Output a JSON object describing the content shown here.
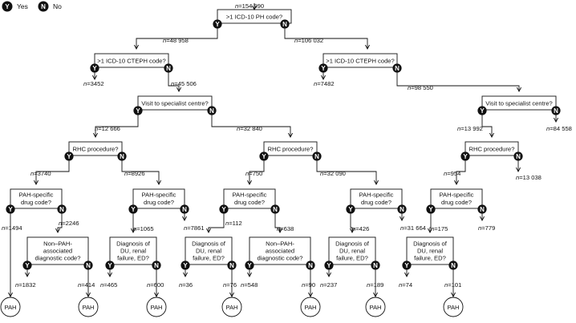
{
  "legend": {
    "yes_letter": "Y",
    "yes_label": "Yes",
    "no_letter": "N",
    "no_label": "No"
  },
  "yes": "Y",
  "no": "N",
  "n_prefix": "n",
  "outcome_label": "PAH",
  "questions": {
    "ph": ">1 ICD-10 PH code?",
    "cteph": ">1 ICD-10 CTEPH code?",
    "visit": "Visit to specialist centre?",
    "rhc": "RHC procedure?",
    "pah_drug_1": "PAH-specific",
    "pah_drug_2": "drug code?",
    "nonpah_1": "Non–PAH-",
    "nonpah_2": "associated",
    "nonpah_3": "diagnostic code?",
    "du_1": "Diagnosis of",
    "du_2": "DU, renal",
    "du_3": "failure, ED?"
  },
  "counts": {
    "root": "=154 990",
    "c48958": "=48 958",
    "c106032": "=106 032",
    "c3452": "=3452",
    "c45506": "=45 506",
    "c7482": "=7482",
    "c98550": "=98 550",
    "c12666": "=12 666",
    "c32840": "=32 840",
    "c13992": "=13 992",
    "c84558": "=84 558",
    "c3740": "=3740",
    "c8926": "=8926",
    "c750": "=750",
    "c32090": "=32 090",
    "c954": "=954",
    "c13038": "=13 038",
    "c1494": "=1494",
    "c2246": "=2246",
    "c1065": "=1065",
    "c7861": "=7861",
    "c112": "=112",
    "c638": "=638",
    "c426": "=426",
    "c31664": "=31 664",
    "c175": "=175",
    "c779": "=779",
    "c1832": "=1832",
    "c414": "=414",
    "c465": "=465",
    "c600": "=600",
    "c36": "=36",
    "c76": "=76",
    "c548": "=548",
    "c90": "=90",
    "c237": "=237",
    "c189": "=189",
    "c74": "=74",
    "c101": "=101"
  }
}
